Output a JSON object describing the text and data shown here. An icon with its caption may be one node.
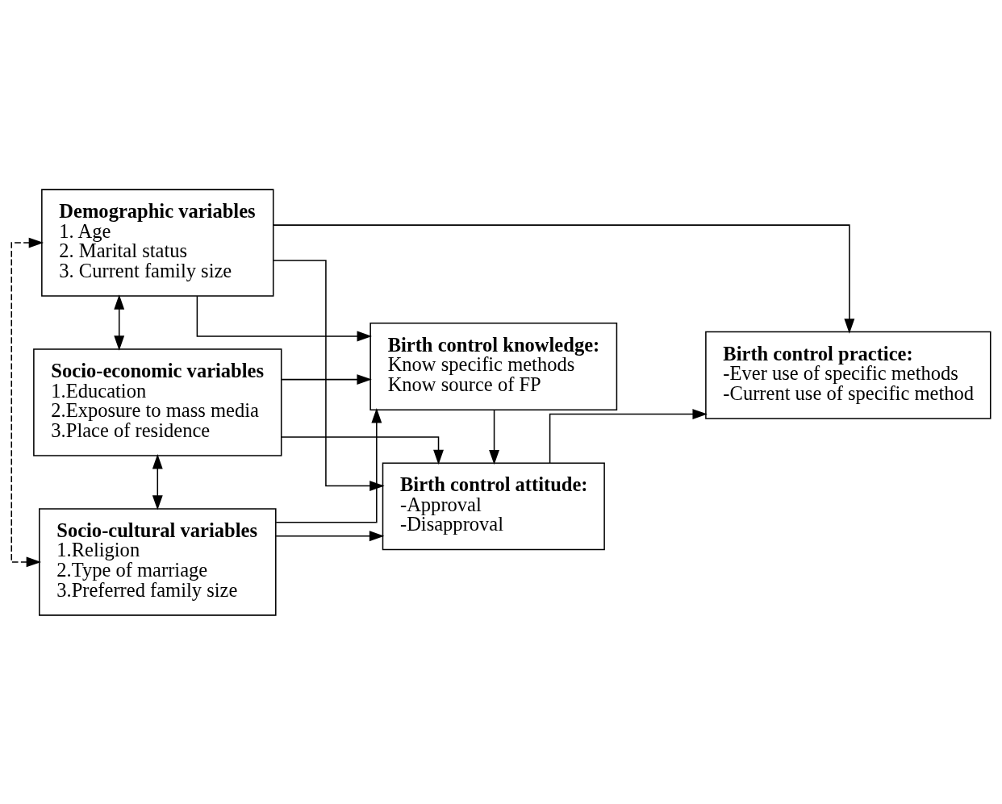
{
  "diagram": {
    "nodes": [
      {
        "text": [
          "Demographic variables",
          "1. Age",
          "2. Marital status",
          "3. Current family size"
        ]
      },
      {
        "text": [
          "Socio-economic variables",
          "1.Education",
          "2.Exposure to mass media",
          "3.Place of residence"
        ]
      },
      {
        "text": [
          "Socio-cultural variables",
          "1.Religion",
          "2.Type of marriage",
          "3.Preferred family size"
        ]
      },
      {
        "text": [
          "Birth control knowledge:",
          "Know specific methods",
          "Know source of FP"
        ]
      },
      {
        "text": [
          "Birth control attitude:",
          "-Approval",
          "-Disapproval"
        ]
      },
      {
        "text": [
          "Birth control practice:",
          "-Ever use of specific methods",
          "-Current use of specific method"
        ]
      }
    ],
    "edges": [
      {
        "from": 0,
        "to": 1,
        "arrow": "both"
      },
      {
        "from": 1,
        "to": 2,
        "arrow": "both"
      },
      {
        "from": 2,
        "to": 0,
        "arrow": "both",
        "style": "dashed"
      },
      {
        "from": 0,
        "to": 5,
        "arrow": "to"
      },
      {
        "from": 0,
        "to": 3,
        "arrow": "to"
      },
      {
        "from": 0,
        "to": 4,
        "arrow": "to"
      },
      {
        "from": 1,
        "to": 3,
        "arrow": "to"
      },
      {
        "from": 1,
        "to": 4,
        "arrow": "to"
      },
      {
        "from": 2,
        "to": 3,
        "arrow": "to"
      },
      {
        "from": 2,
        "to": 4,
        "arrow": "to"
      },
      {
        "from": 3,
        "to": 4,
        "arrow": "to"
      },
      {
        "from": 4,
        "to": 5,
        "arrow": "to"
      }
    ]
  }
}
